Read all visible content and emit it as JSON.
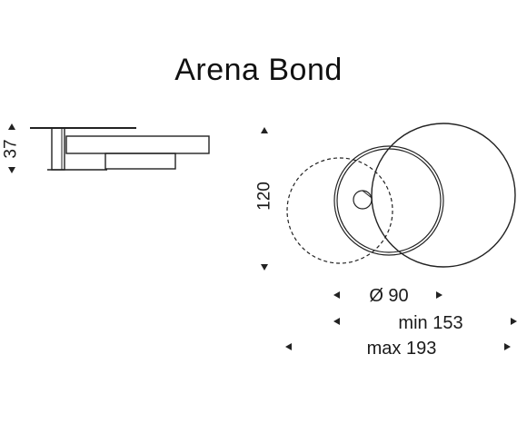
{
  "title": "Arena Bond",
  "dimensions": {
    "height_side": "37",
    "depth": "120",
    "diameter": "Ø 90",
    "min_width": "min 153",
    "max_width": "max 193"
  }
}
